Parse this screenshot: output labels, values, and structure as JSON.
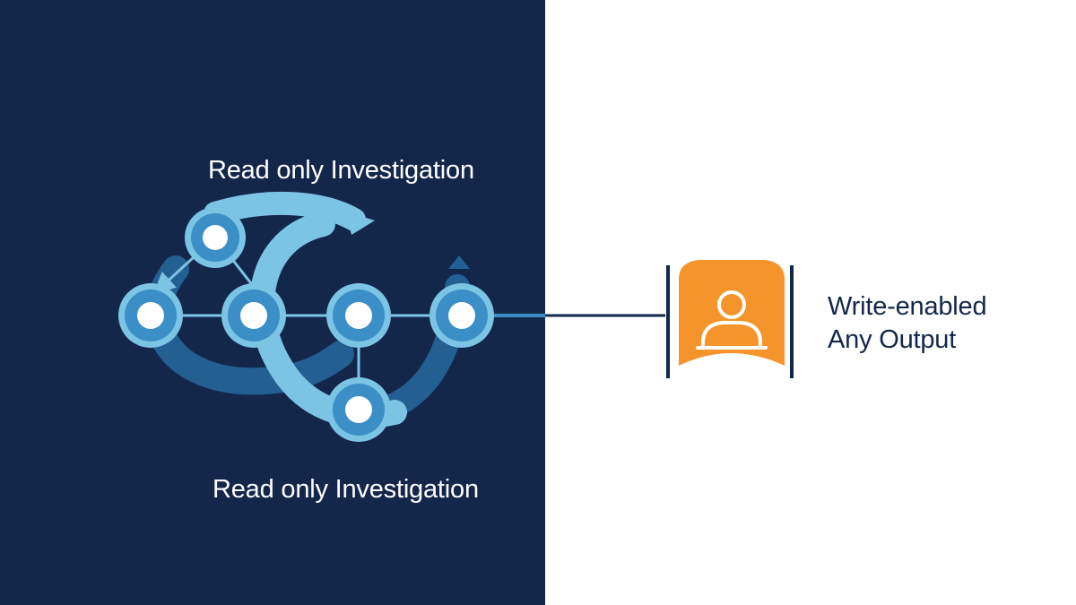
{
  "diagram": {
    "top_label": "Read only Investigation",
    "bottom_label": "Read only Investigation",
    "output": {
      "line1": "Write-enabled",
      "line2": "Any Output"
    },
    "icons": {
      "output_icon": "user-icon"
    },
    "colors": {
      "left_background": "#13274b",
      "right_background": "#ffffff",
      "node_fill": "#3b8fc6",
      "node_ring": "#7cc4e4",
      "arc_light": "#7cc4e4",
      "arc_dark": "#245f92",
      "connector_line": "#13274b",
      "output_box": "#f5942a",
      "text_dark": "#13274b"
    }
  }
}
